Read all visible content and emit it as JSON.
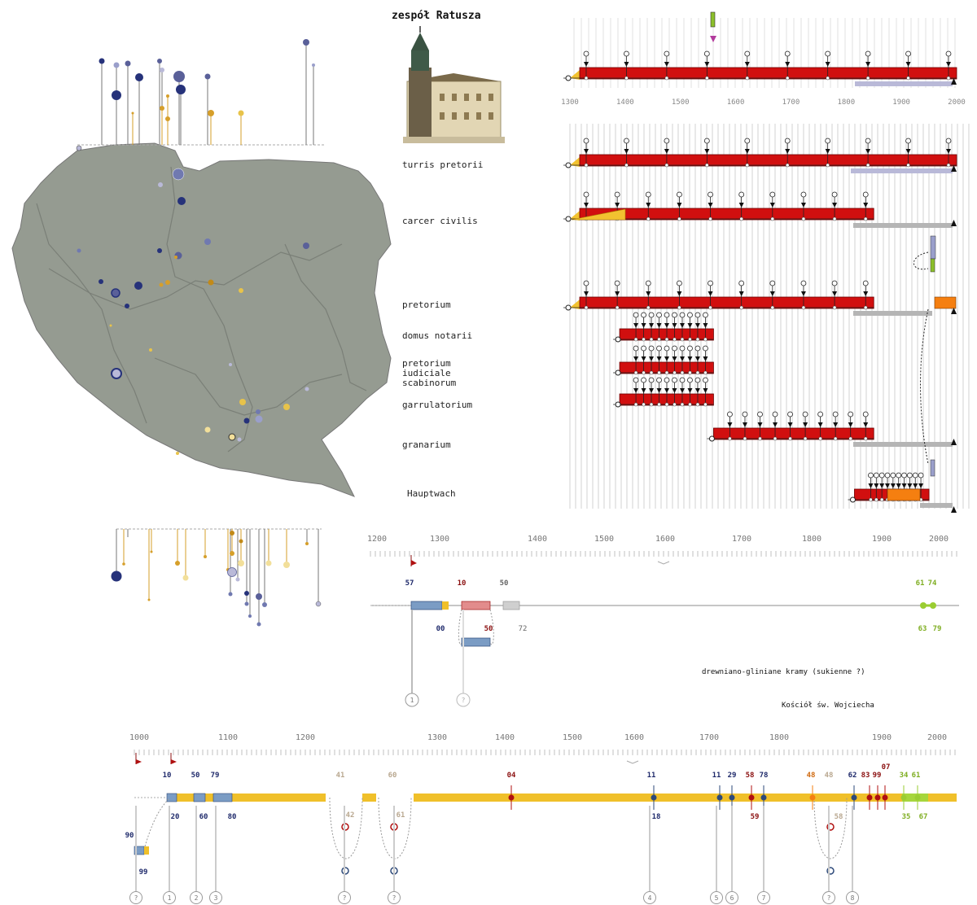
{
  "title": "zespół Ratusza",
  "building_labels": [
    "turris pretorii",
    "carcer civilis",
    "pretorium",
    "domus notarii",
    "pretorium iudiciale scabinorum",
    "garrulatorium",
    "granarium",
    "Hauptwach"
  ],
  "timeline_top_axis": [
    "1300",
    "1400",
    "1500",
    "1600",
    "1700",
    "1800",
    "1900",
    "2000"
  ],
  "timeline_mid_axis": [
    "1200",
    "1300",
    "1400",
    "1500",
    "1600",
    "1700",
    "1800",
    "1900",
    "2000"
  ],
  "timeline_bottom_axis": [
    "1000",
    "1100",
    "1200",
    "1300",
    "1400",
    "1500",
    "1600",
    "1700",
    "1800",
    "1900",
    "2000"
  ],
  "mid_timeline": {
    "caption1": "drewniano-gliniane kramy (sukienne ?)",
    "caption2": "Kościół św. Wojciecha",
    "numbers_blue": [
      "57",
      "00"
    ],
    "numbers_red": [
      "10",
      "50"
    ],
    "numbers_grey": [
      "50",
      "72"
    ],
    "numbers_green": [
      "61",
      "74",
      "63",
      "79"
    ],
    "circles": [
      "1",
      "?"
    ]
  },
  "bottom_timeline": {
    "upper_numbers": [
      {
        "t": "10",
        "c": "#1f2a6b"
      },
      {
        "t": "50",
        "c": "#1f2a6b"
      },
      {
        "t": "79",
        "c": "#1f2a6b"
      },
      {
        "t": "41",
        "c": "#b9a890"
      },
      {
        "t": "60",
        "c": "#b9a890"
      },
      {
        "t": "04",
        "c": "#8b1010"
      },
      {
        "t": "11",
        "c": "#1f2a6b"
      },
      {
        "t": "11",
        "c": "#1f2a6b"
      },
      {
        "t": "29",
        "c": "#1f2a6b"
      },
      {
        "t": "58",
        "c": "#8b1010"
      },
      {
        "t": "78",
        "c": "#1f2a6b"
      },
      {
        "t": "48",
        "c": "#d06a10"
      },
      {
        "t": "48",
        "c": "#b9a890"
      },
      {
        "t": "62",
        "c": "#1f2a6b"
      },
      {
        "t": "83",
        "c": "#8b1010"
      },
      {
        "t": "99",
        "c": "#8b1010"
      },
      {
        "t": "07",
        "c": "#8b1010"
      },
      {
        "t": "34",
        "c": "#7fae22"
      },
      {
        "t": "61",
        "c": "#7fae22"
      }
    ],
    "lower_numbers": [
      {
        "t": "90",
        "c": "#1f2a6b"
      },
      {
        "t": "99",
        "c": "#1f2a6b"
      },
      {
        "t": "20",
        "c": "#1f2a6b"
      },
      {
        "t": "60",
        "c": "#1f2a6b"
      },
      {
        "t": "80",
        "c": "#1f2a6b"
      },
      {
        "t": "42",
        "c": "#b9a890"
      },
      {
        "t": "61",
        "c": "#b9a890"
      },
      {
        "t": "18",
        "c": "#1f2a6b"
      },
      {
        "t": "59",
        "c": "#8b1010"
      },
      {
        "t": "58",
        "c": "#b9a890"
      },
      {
        "t": "35",
        "c": "#7fae22"
      },
      {
        "t": "67",
        "c": "#7fae22"
      }
    ],
    "circles": [
      "?",
      "1",
      "2",
      "3",
      "?",
      "?",
      "4",
      "5",
      "6",
      "7",
      "?",
      "8"
    ]
  },
  "colors": {
    "map_fill": "#959b91",
    "bar_red": "#d10f0f",
    "bar_orange": "#f57f10",
    "bar_yellow": "#f2c230",
    "timeline_yellow": "#f0c02a",
    "navy": "#1f2a6b",
    "lavender": "#b9b9d8",
    "gold": "#d69f2a"
  }
}
